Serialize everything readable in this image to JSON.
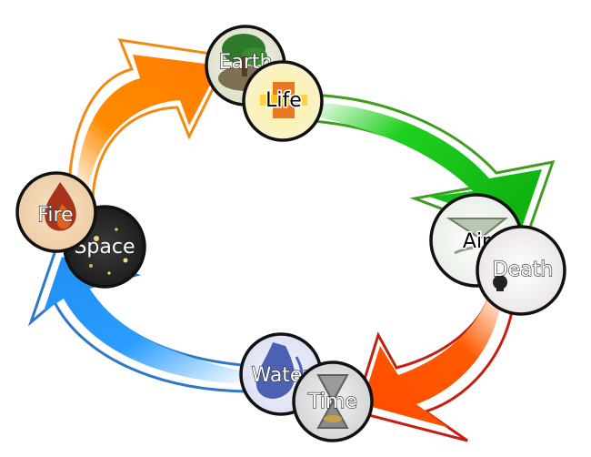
{
  "diagram": {
    "labels": {
      "earth": "Earth",
      "life": "Life",
      "air": "Air",
      "death": "Death",
      "water": "Water",
      "time": "Time",
      "fire": "Fire",
      "space": "Space"
    },
    "colors": {
      "arrow_top_left": "#ff8800",
      "arrow_top_right": "#1ec81e",
      "arrow_bottom_right": "#ff5500",
      "arrow_bottom_left": "#2a9dff",
      "outline_orange": "#f08a12",
      "outline_green": "#3f9e1f",
      "outline_red": "#c41f12",
      "outline_blue": "#2f78c8"
    },
    "icons": {
      "earth": "tree-icon",
      "life": "life-icon",
      "air": "air-icon",
      "death": "skull-icon",
      "water": "water-drop-icon",
      "time": "hourglass-icon",
      "fire": "flame-icon",
      "space": "stars-icon"
    }
  }
}
